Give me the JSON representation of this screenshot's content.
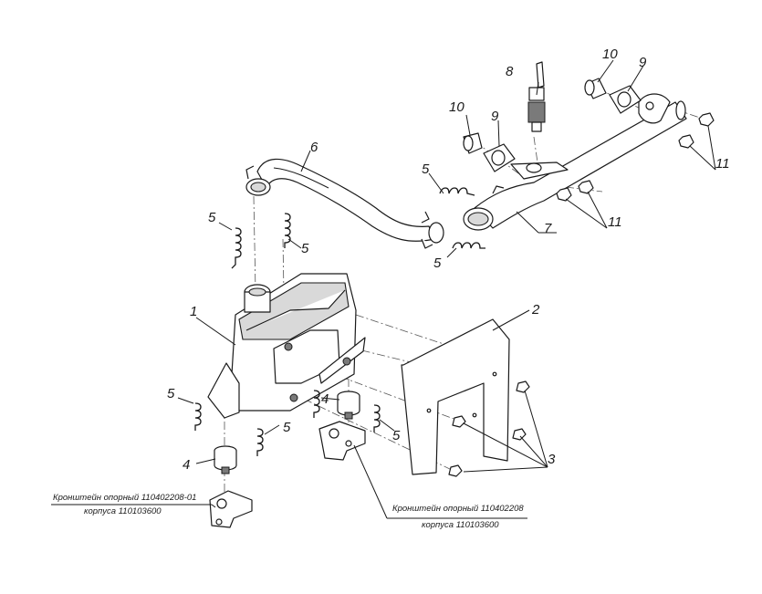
{
  "callouts": [
    "1",
    "2",
    "3",
    "4",
    "4",
    "5",
    "5",
    "5",
    "5",
    "5",
    "5",
    "5",
    "6",
    "7",
    "8",
    "9",
    "9",
    "10",
    "10",
    "11",
    "11"
  ],
  "captions": {
    "bracket_a_line1": "Кронштейн опорный 110402208-01",
    "bracket_a_line2": "корпуса 110103600",
    "bracket_b_line1": "Кронштейн опорный 110402208",
    "bracket_b_line2": "корпуса 110103600"
  }
}
